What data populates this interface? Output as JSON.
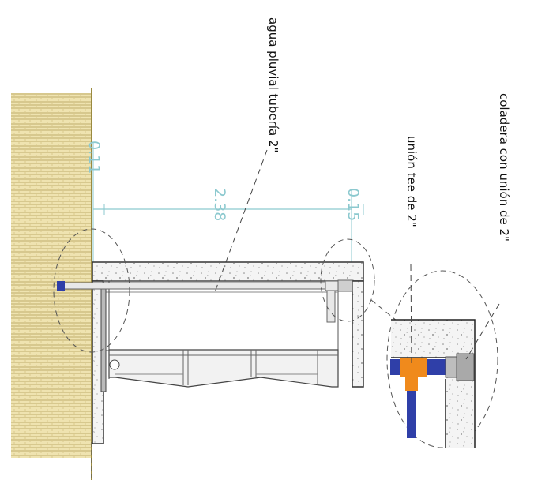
{
  "labels": {
    "pipe": "agua pluvial tubería 2\"",
    "tee": "unión tee de 2\"",
    "strainer": "coladera con unión de 2\""
  },
  "dimensions": {
    "left_offset": "0.11",
    "span": "2.38",
    "right_offset": "0.15"
  },
  "colors": {
    "dimension": "#8cc9cf",
    "wall_fill": "#efe3b0",
    "wall_pattern": "#c9b879",
    "slab_outline": "#333333",
    "pipe_blue": "#2f3fa8",
    "fitting_orange": "#f08a1c",
    "strainer_grey": "#a9a9a9",
    "leader_dash": "#333333"
  }
}
